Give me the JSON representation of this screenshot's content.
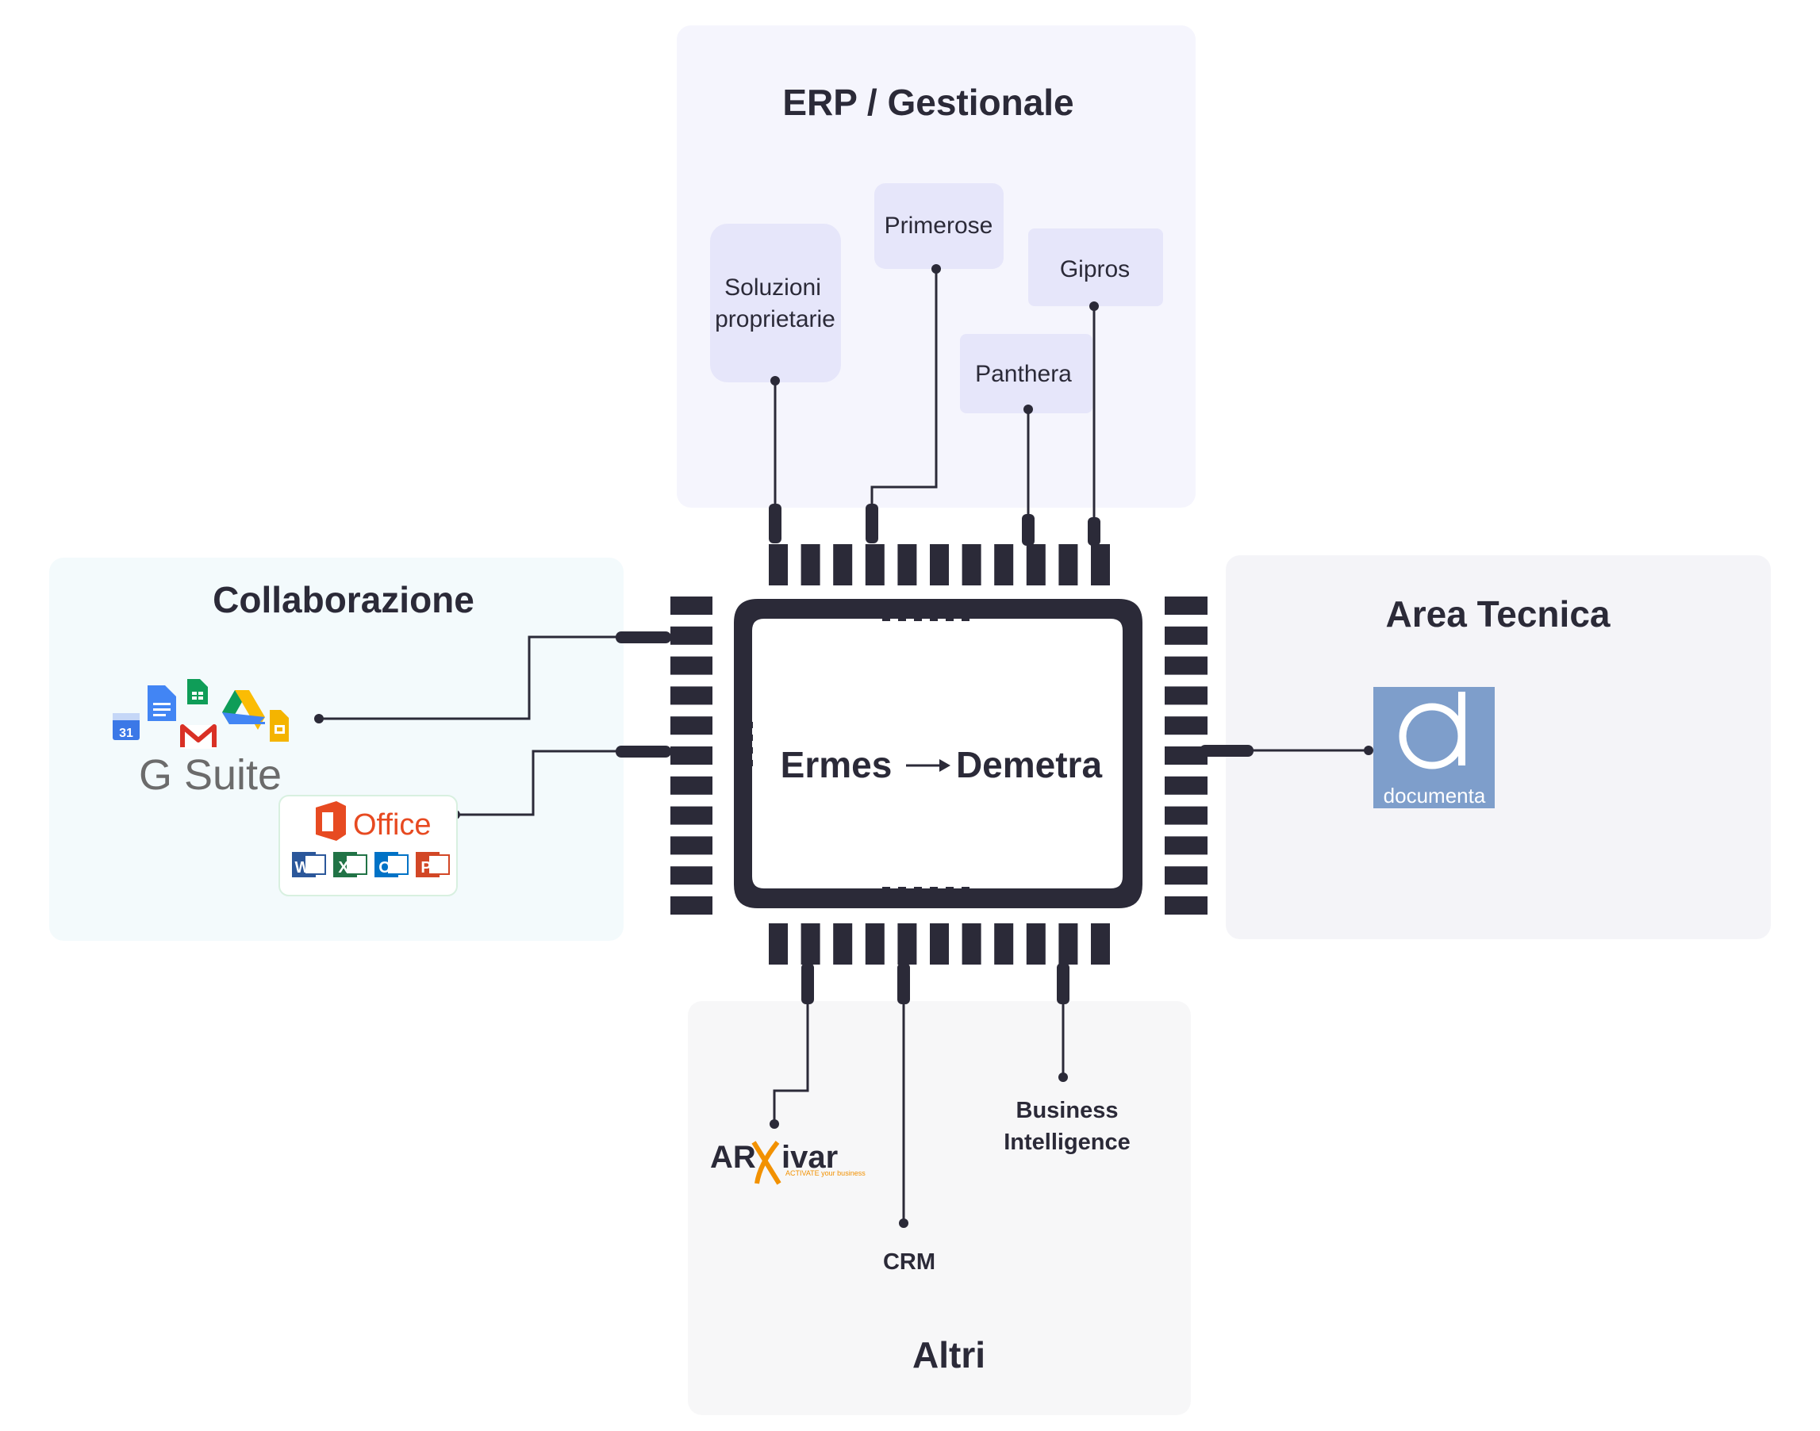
{
  "panels": {
    "erp": {
      "title": "ERP / Gestionale"
    },
    "collab": {
      "title": "Collaborazione"
    },
    "tecnica": {
      "title": "Area Tecnica"
    },
    "altri": {
      "title": "Altri"
    }
  },
  "chip": {
    "label_from": "Ermes",
    "label_to": "Demetra"
  },
  "erp_items": {
    "soluzioni_line1": "Soluzioni",
    "soluzioni_line2": "proprietarie",
    "primerose": "Primerose",
    "gipros": "Gipros",
    "panthera": "Panthera"
  },
  "collab_items": {
    "gsuite": "G Suite",
    "office": "Office",
    "office_apps": [
      "W",
      "X",
      "O",
      "P"
    ],
    "gsuite_calendar_day": "31"
  },
  "tecnica_items": {
    "documenta": "documenta"
  },
  "altri_items": {
    "arxivar_brand_a": "AR",
    "arxivar_brand_b": "ivar",
    "arxivar_tagline": "ACTIVATE your business",
    "bi_line1": "Business",
    "bi_line2": "Intelligence",
    "crm": "CRM"
  },
  "colors": {
    "dark": "#2b2a38",
    "erp_panel": "#f5f5fd",
    "erp_box": "#e6e6fa",
    "collab_panel": "#f3fafc",
    "tecnica_panel": "#f4f4f8",
    "altri_panel": "#f7f7f8",
    "documenta_blue": "#7e9ecb",
    "office_red": "#e74a21"
  }
}
